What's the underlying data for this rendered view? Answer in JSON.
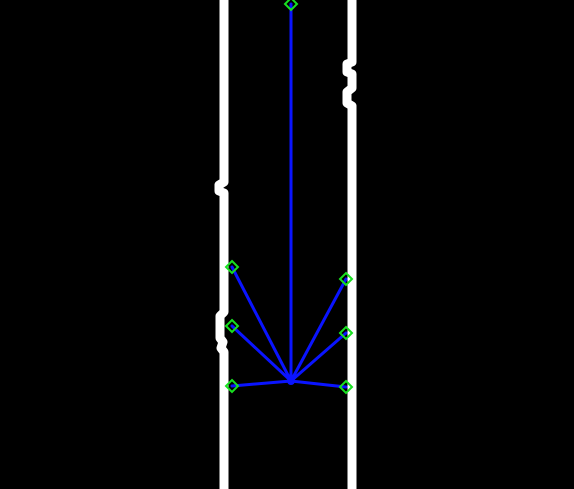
{
  "colors": {
    "background": "#000000",
    "boundary": "#ffffff",
    "ray": "#0a14ff",
    "marker": "#18e020"
  },
  "scene": {
    "boundaries": [
      {
        "name": "left-track-boundary"
      },
      {
        "name": "right-track-boundary"
      }
    ],
    "origin": {
      "name": "ray-origin-point"
    },
    "rays": [
      {
        "name": "ray-forward"
      },
      {
        "name": "ray-left-upper"
      },
      {
        "name": "ray-left-middle"
      },
      {
        "name": "ray-left-lower"
      },
      {
        "name": "ray-right-upper"
      },
      {
        "name": "ray-right-middle"
      },
      {
        "name": "ray-right-lower"
      }
    ]
  }
}
